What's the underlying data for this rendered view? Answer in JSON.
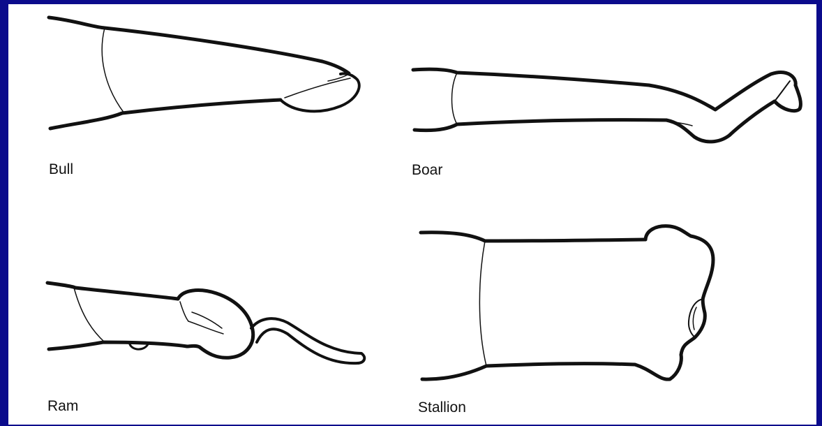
{
  "colors": {
    "frame": "#0b0b8c",
    "background": "#ffffff",
    "ink": "#111111"
  },
  "panels": [
    {
      "id": "bull",
      "label": "Bull"
    },
    {
      "id": "boar",
      "label": "Boar"
    },
    {
      "id": "ram",
      "label": "Ram"
    },
    {
      "id": "stallion",
      "label": "Stallion"
    }
  ]
}
